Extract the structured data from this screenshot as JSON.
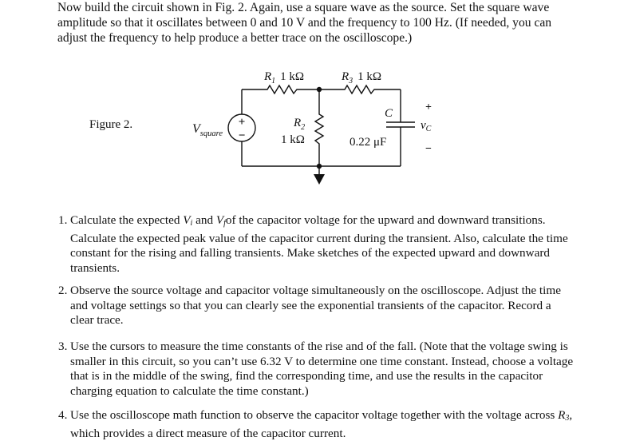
{
  "intro": {
    "text": "Now build the circuit shown in Fig. 2. Again, use a square wave as the source.  Set the square wave amplitude so that it oscillates between 0 and 10 V and the frequency to 100 Hz. (If needed, you can adjust the frequency to help produce a better trace on the oscilloscope.)"
  },
  "figure": {
    "label": "Figure 2.",
    "source": {
      "name": "V",
      "subscript": "square",
      "plus": "+",
      "minus": "−"
    },
    "r1": {
      "name": "R",
      "sub": "1",
      "value": "1 kΩ"
    },
    "r2": {
      "name": "R",
      "sub": "2",
      "value": "1 kΩ"
    },
    "r3": {
      "name": "R",
      "sub": "3",
      "value": "1 kΩ"
    },
    "cap": {
      "name": "C",
      "value": "0.22 μF"
    },
    "vc": {
      "name": "v",
      "sub": "C",
      "plus": "+",
      "minus": "−"
    }
  },
  "steps": [
    {
      "num": "1.",
      "pre": "Calculate the expected ",
      "vi": "V",
      "vi_sub": "i",
      "mid": " and ",
      "vf": "V",
      "vf_sub": "f",
      "post": "of the capacitor voltage for the upward and  downward transitions. Calculate the expected peak value of the capacitor current during the transient. Also, calculate the time constant for the rising and falling transients. Make sketches of the expected upward and downward transients."
    },
    {
      "num": "2.",
      "text": "Observe the source voltage and capacitor voltage simultaneously on the oscilloscope. Adjust the time and voltage settings so that you can clearly see the exponential transients of the capacitor. Record a clear trace."
    },
    {
      "num": "3.",
      "text": "Use the cursors to measure the time constants of the rise and of the fall. (Note that the voltage swing is smaller in this circuit, so you can’t use 6.32 V to determine one time constant. Instead, choose a voltage that is in the middle of the swing, find the corresponding time, and use the results in the capacitor charging equation to calculate the time constant.)"
    },
    {
      "num": "4.",
      "pre": "Use the oscilloscope math function to observe the capacitor voltage together with the voltage across ",
      "r": "R",
      "r_sub": "3",
      "post": ", which provides a direct measure of the capacitor current."
    }
  ]
}
